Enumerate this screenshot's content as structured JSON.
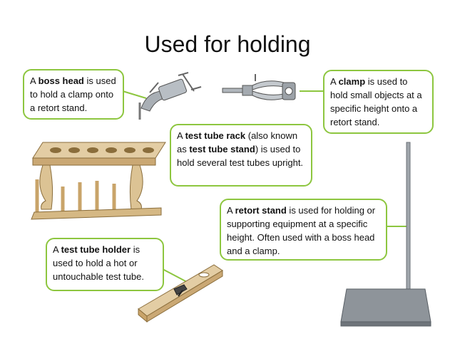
{
  "title": "Used for holding",
  "callouts": {
    "boss_head": {
      "pre": "A ",
      "term": "boss head",
      "post": " is used to hold a clamp onto a retort stand."
    },
    "clamp": {
      "pre": "A ",
      "term": "clamp",
      "post": " is used to hold small objects at a specific height onto a retort stand."
    },
    "test_tube_rack": {
      "pre": "A ",
      "term": "test tube rack",
      "mid": " (also known as ",
      "term2": "test tube stand",
      "post": ") is used to hold several test tubes upright."
    },
    "retort_stand": {
      "pre": "A ",
      "term": "retort stand",
      "post": " is used for holding or supporting equipment at a specific height. Often used with a boss head and a clamp."
    },
    "test_tube_holder": {
      "pre": "A ",
      "term": "test tube holder",
      "post": " is used to hold a hot or untouchable test tube."
    }
  },
  "colors": {
    "callout_border": "#8dc63f",
    "wood": "#e0c9a0",
    "wood_dark": "#b8975e",
    "metal": "#9aa0a6"
  },
  "icons": [
    "boss-head-icon",
    "clamp-icon",
    "test-tube-rack-icon",
    "test-tube-holder-icon",
    "retort-stand-icon"
  ]
}
